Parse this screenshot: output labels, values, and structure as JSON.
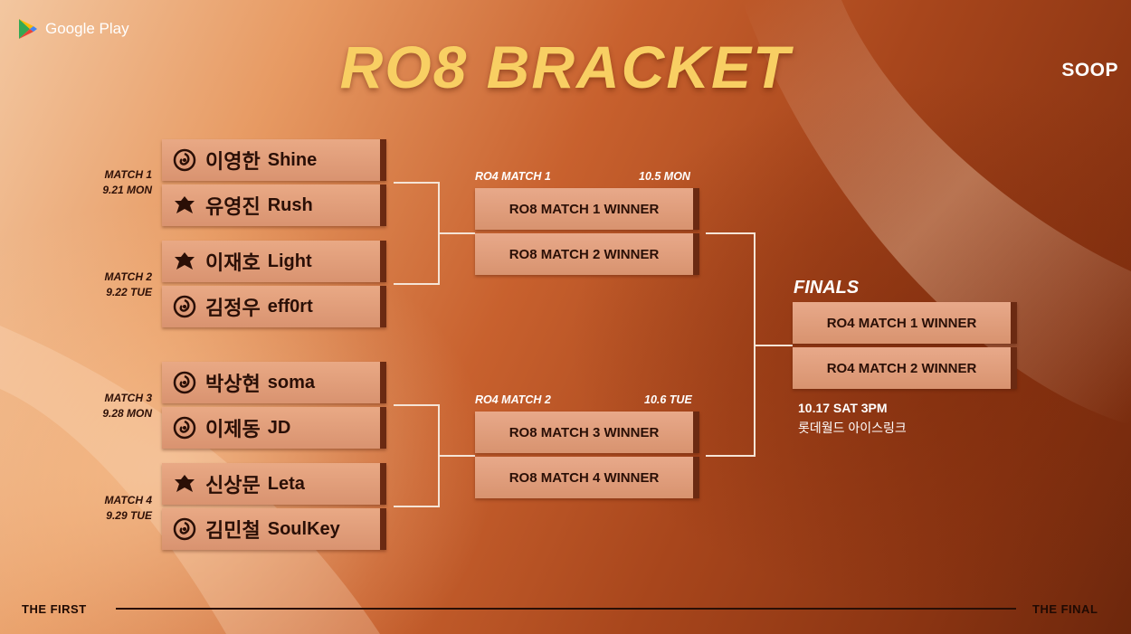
{
  "header": {
    "store_badge": "Google Play",
    "title": "RO8 BRACKET",
    "brand": "SOOP"
  },
  "ro8": [
    {
      "label": "MATCH 1",
      "date": "9.21 MON",
      "players": [
        {
          "kr": "이영한",
          "en": "Shine",
          "race": "zerg"
        },
        {
          "kr": "유영진",
          "en": "Rush",
          "race": "terran"
        }
      ]
    },
    {
      "label": "MATCH 2",
      "date": "9.22 TUE",
      "players": [
        {
          "kr": "이재호",
          "en": "Light",
          "race": "terran"
        },
        {
          "kr": "김정우",
          "en": "eff0rt",
          "race": "zerg"
        }
      ]
    },
    {
      "label": "MATCH 3",
      "date": "9.28 MON",
      "players": [
        {
          "kr": "박상현",
          "en": "soma",
          "race": "zerg"
        },
        {
          "kr": "이제동",
          "en": "JD",
          "race": "zerg"
        }
      ]
    },
    {
      "label": "MATCH 4",
      "date": "9.29 TUE",
      "players": [
        {
          "kr": "신상문",
          "en": "Leta",
          "race": "terran"
        },
        {
          "kr": "김민철",
          "en": "SoulKey",
          "race": "zerg"
        }
      ]
    }
  ],
  "ro4": [
    {
      "label": "RO4 MATCH 1",
      "date": "10.5 MON",
      "slots": [
        "RO8 MATCH 1 WINNER",
        "RO8 MATCH 2 WINNER"
      ]
    },
    {
      "label": "RO4 MATCH 2",
      "date": "10.6 TUE",
      "slots": [
        "RO8 MATCH 3 WINNER",
        "RO8 MATCH 4 WINNER"
      ]
    }
  ],
  "finals": {
    "label": "FINALS",
    "slots": [
      "RO4 MATCH 1 WINNER",
      "RO4 MATCH 2 WINNER"
    ],
    "datetime": "10.17 SAT 3PM",
    "venue": "롯데월드 아이스링크"
  },
  "footer": {
    "left": "THE FIRST",
    "right": "THE FINAL"
  },
  "colors": {
    "title": "#f8cf63",
    "box": "#e0a07c",
    "box_edge": "#6b2a12",
    "connector": "#f5e4d6"
  }
}
